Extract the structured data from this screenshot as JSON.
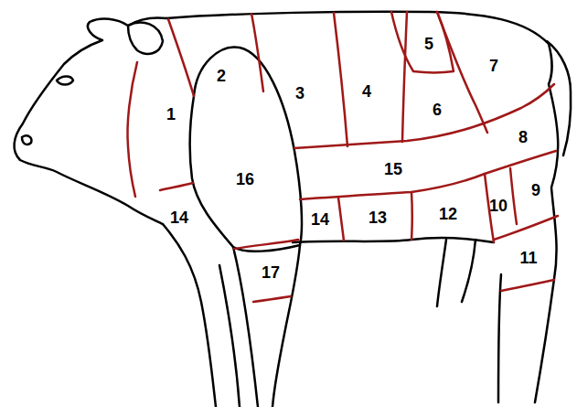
{
  "diagram": {
    "labels": [
      "1",
      "2",
      "3",
      "4",
      "5",
      "6",
      "7",
      "8",
      "9",
      "10",
      "11",
      "12",
      "13",
      "14",
      "14",
      "15",
      "16",
      "17"
    ]
  }
}
